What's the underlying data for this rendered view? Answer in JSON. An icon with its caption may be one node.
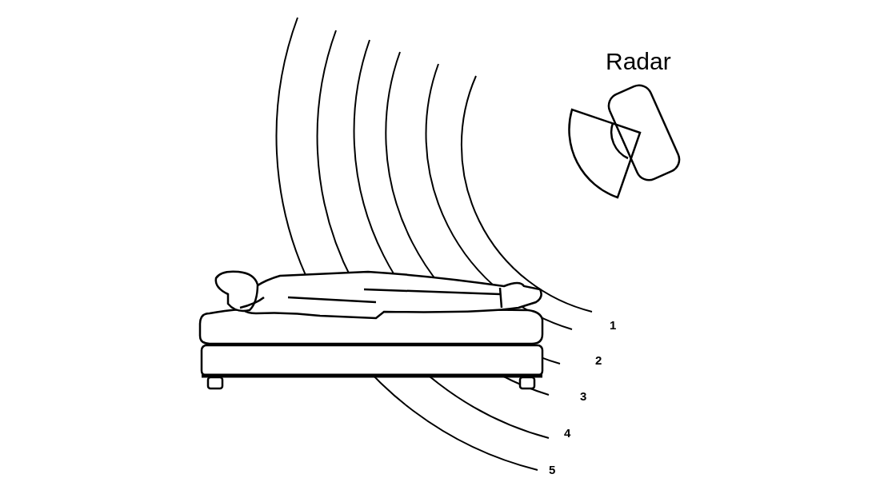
{
  "diagram": {
    "labels": [
      "Radar",
      "1",
      "2",
      "3",
      "4",
      "5"
    ]
  }
}
